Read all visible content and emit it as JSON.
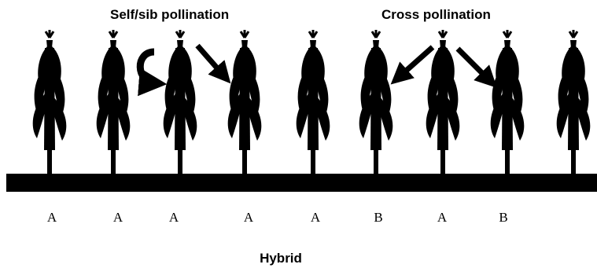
{
  "headings": {
    "self_sib": "Self/sib pollination",
    "cross": "Cross pollination"
  },
  "caption": "Hybrid",
  "plant_labels": [
    "A",
    "A",
    "A",
    "A",
    "A",
    "B",
    "A",
    "B"
  ],
  "plant_count": 9,
  "colors": {
    "ink": "#000000",
    "background": "#ffffff"
  },
  "arrows": [
    {
      "kind": "curved",
      "meaning": "self pollination"
    },
    {
      "kind": "straight",
      "meaning": "sib pollination"
    },
    {
      "kind": "straight",
      "meaning": "cross pollination"
    },
    {
      "kind": "straight",
      "meaning": "cross pollination"
    }
  ]
}
